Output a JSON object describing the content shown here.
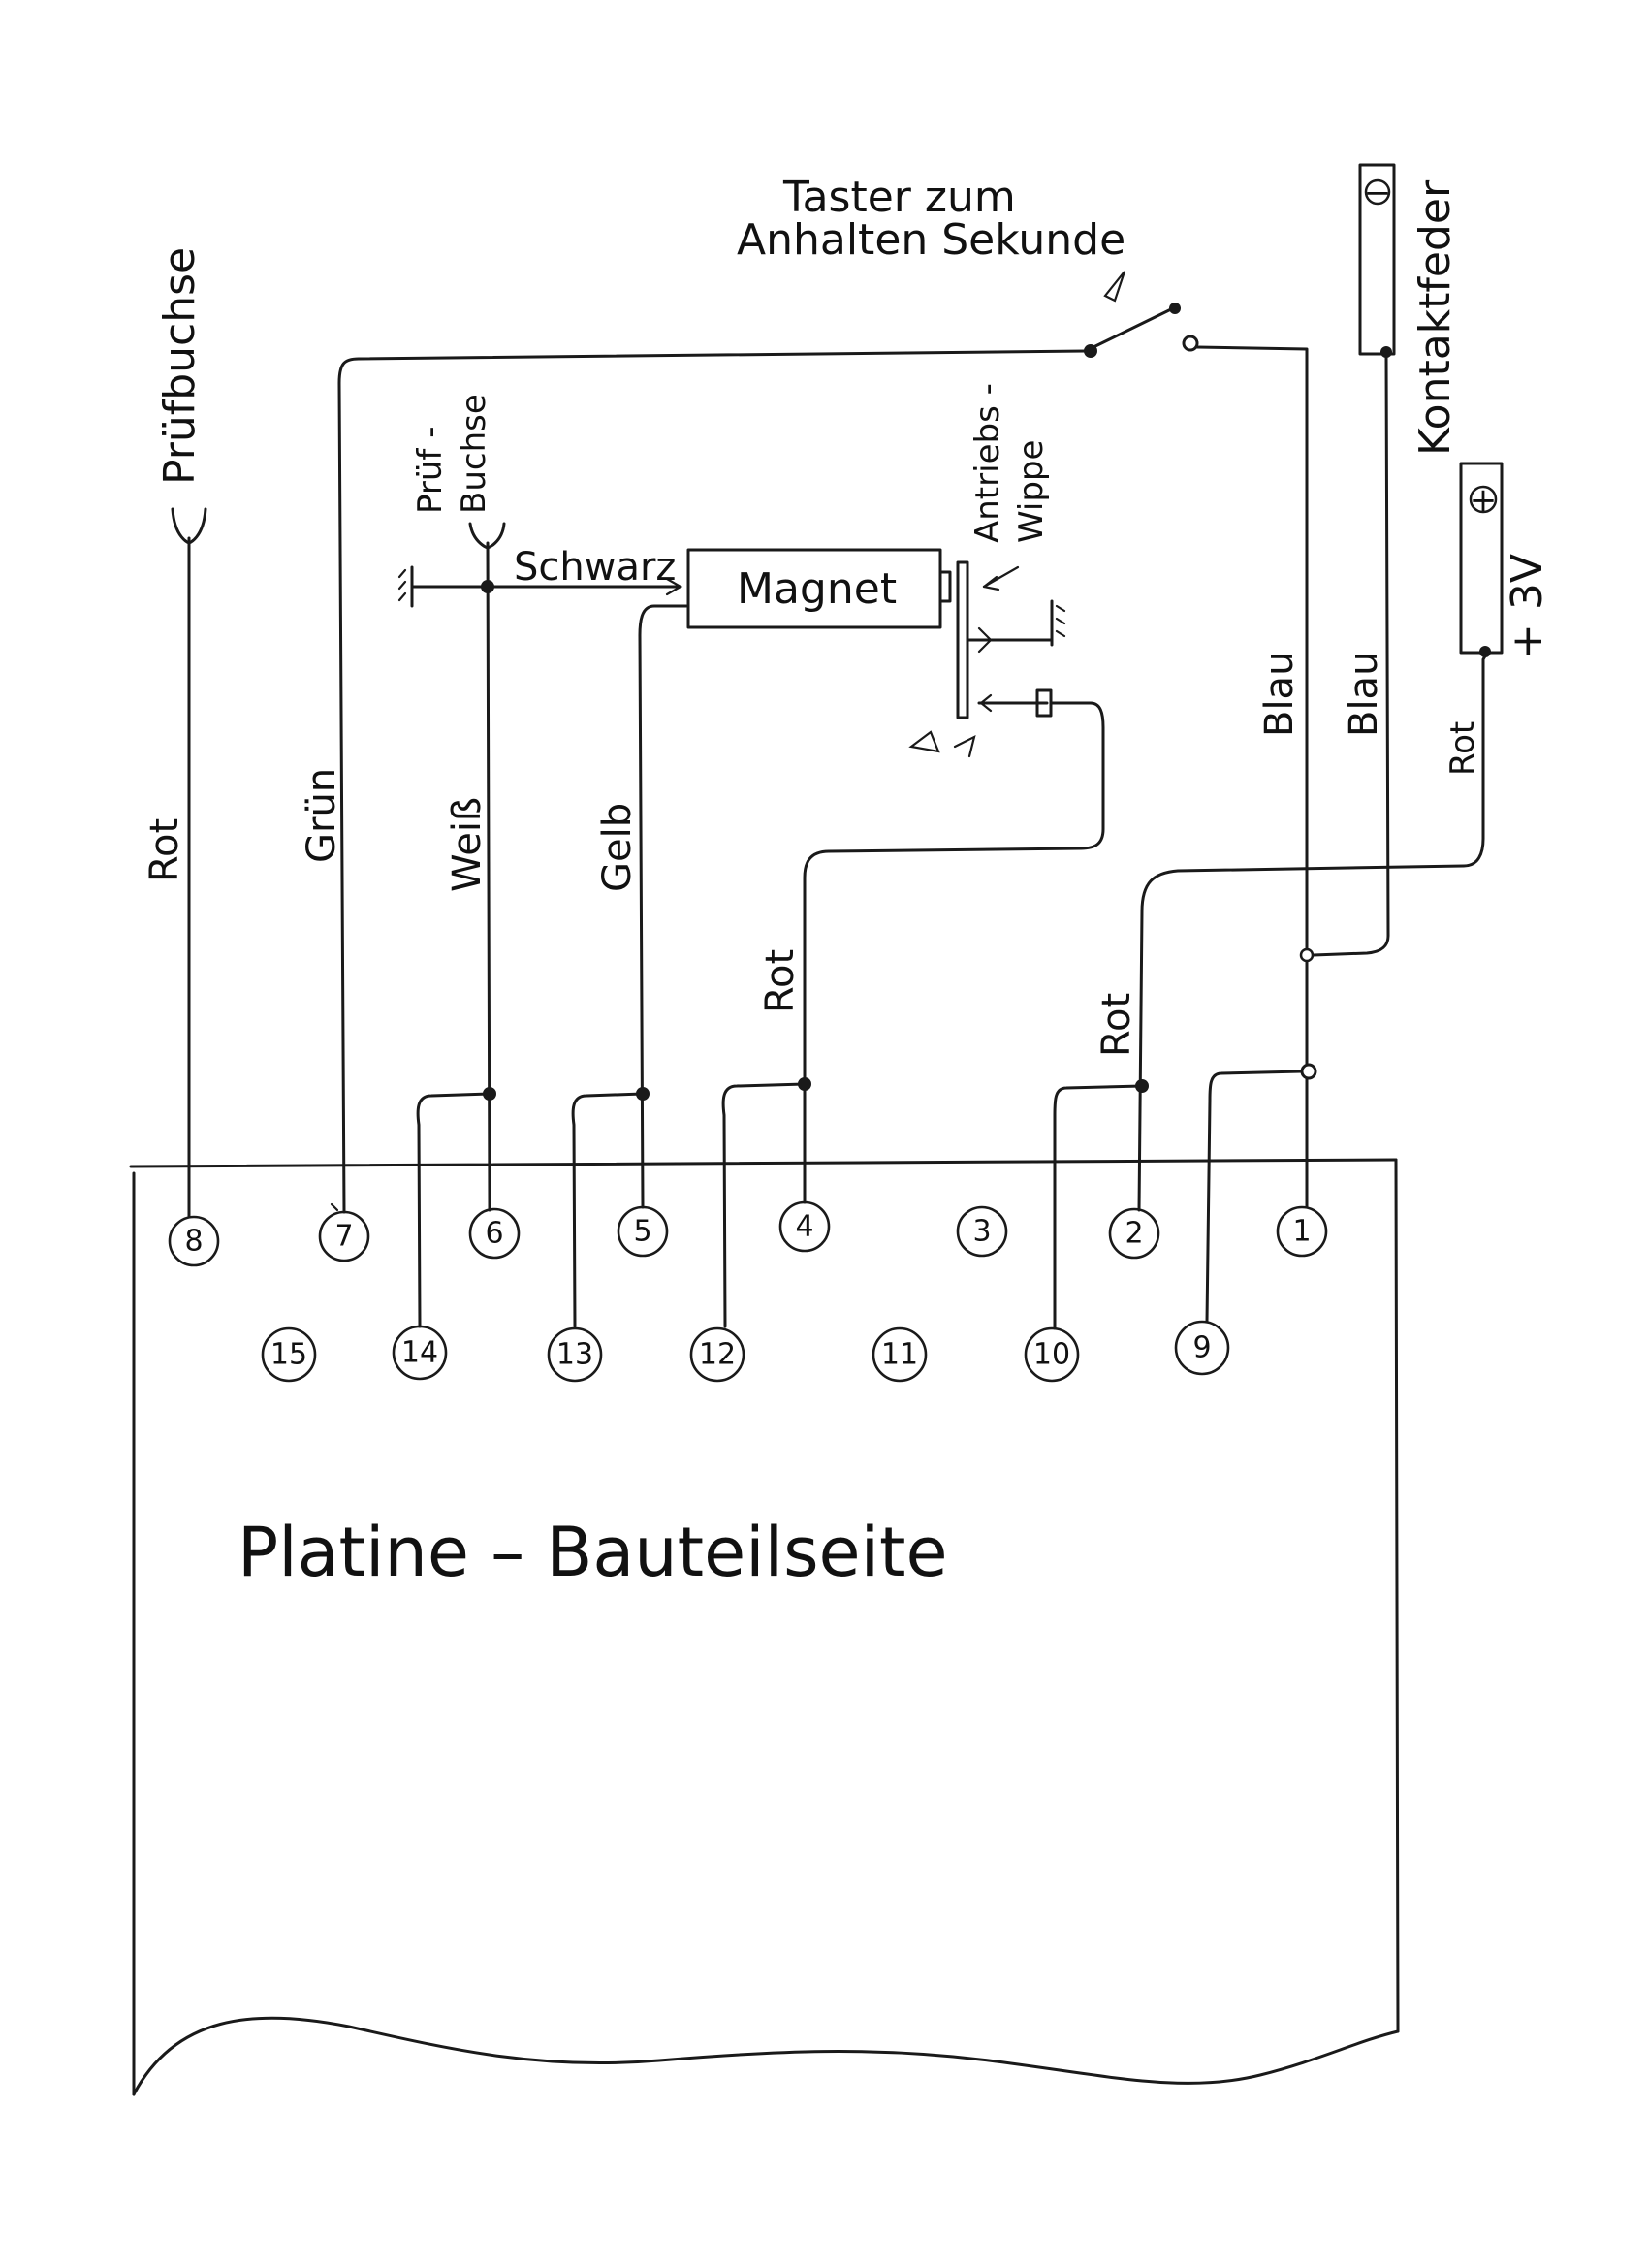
{
  "board": {
    "label": "Platine – Bauteilseite"
  },
  "switch": {
    "label_line1": "Taster zum",
    "label_line2": "Anhalten Sekunde"
  },
  "contact_spring": {
    "label": "Kontaktfeder",
    "minus": "−",
    "plus": "+",
    "voltage": "+ 3V"
  },
  "test_socket_left": {
    "label": "Prüfbuchse"
  },
  "test_socket_mid": {
    "label_line1": "Prüf -",
    "label_line2": "Buchse"
  },
  "magnet": {
    "label": "Magnet"
  },
  "rocker": {
    "label_line1": "Antriebs -",
    "label_line2": "Wippe"
  },
  "wires": {
    "schwarz": "Schwarz",
    "rot_8": "Rot",
    "gruen_7": "Grün",
    "weiss_6": "Weiß",
    "gelb_5": "Gelb",
    "rot_4": "Rot",
    "rot_2": "Rot",
    "rot_plus": "Rot",
    "blau_1": "Blau",
    "blau_spring": "Blau"
  },
  "pins_row1": [
    "8",
    "7",
    "6",
    "5",
    "4",
    "3",
    "2",
    "1"
  ],
  "pins_row2": [
    "15",
    "14",
    "13",
    "12",
    "11",
    "10",
    "9"
  ]
}
